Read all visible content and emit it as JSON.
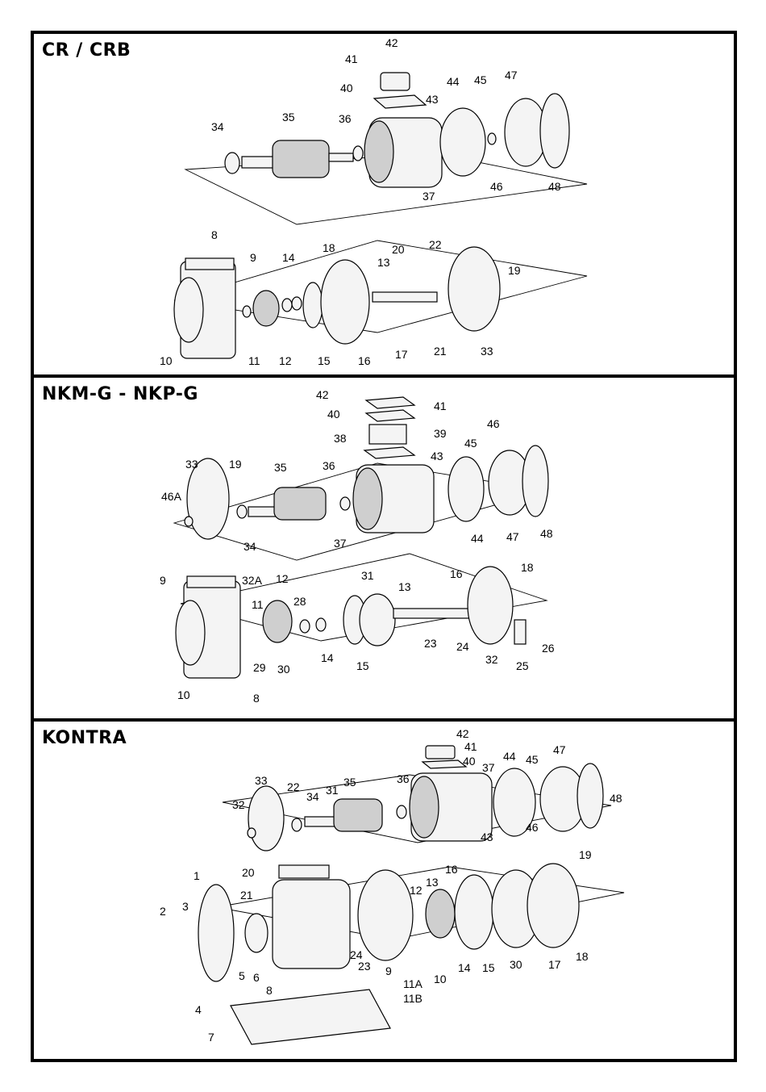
{
  "panels": [
    {
      "title": "CR  /  CRB",
      "labels": [
        "42",
        "41",
        "40",
        "43",
        "44",
        "45",
        "47",
        "34",
        "35",
        "36",
        "46",
        "48",
        "37",
        "8",
        "9",
        "14",
        "18",
        "20",
        "22",
        "13",
        "19",
        "10",
        "11",
        "12",
        "15",
        "16",
        "17",
        "21",
        "33"
      ]
    },
    {
      "title": "NKM-G - NKP-G",
      "labels": [
        "42",
        "41",
        "40",
        "39",
        "38",
        "46",
        "45",
        "33",
        "19",
        "35",
        "36",
        "43",
        "46A",
        "34",
        "37",
        "44",
        "47",
        "48",
        "9",
        "32A",
        "12",
        "31",
        "13",
        "16",
        "18",
        "11",
        "28",
        "23",
        "24",
        "32",
        "26",
        "29",
        "30",
        "14",
        "15",
        "25",
        "10",
        "8"
      ]
    },
    {
      "title": "KONTRA",
      "labels": [
        "42",
        "41",
        "40",
        "37",
        "44",
        "45",
        "47",
        "33",
        "22",
        "34",
        "31",
        "35",
        "36",
        "48",
        "32",
        "43",
        "46",
        "19",
        "20",
        "1",
        "12",
        "13",
        "16",
        "21",
        "2",
        "3",
        "24",
        "23",
        "9",
        "15",
        "30",
        "17",
        "18",
        "5",
        "6",
        "8",
        "11A",
        "11B",
        "10",
        "14",
        "4",
        "7"
      ]
    }
  ],
  "icons": [
    "pump-casing",
    "impeller",
    "motor-housing",
    "rotor-shaft",
    "fan",
    "fan-cover",
    "terminal-box",
    "bearing",
    "base-plate",
    "bolt"
  ]
}
